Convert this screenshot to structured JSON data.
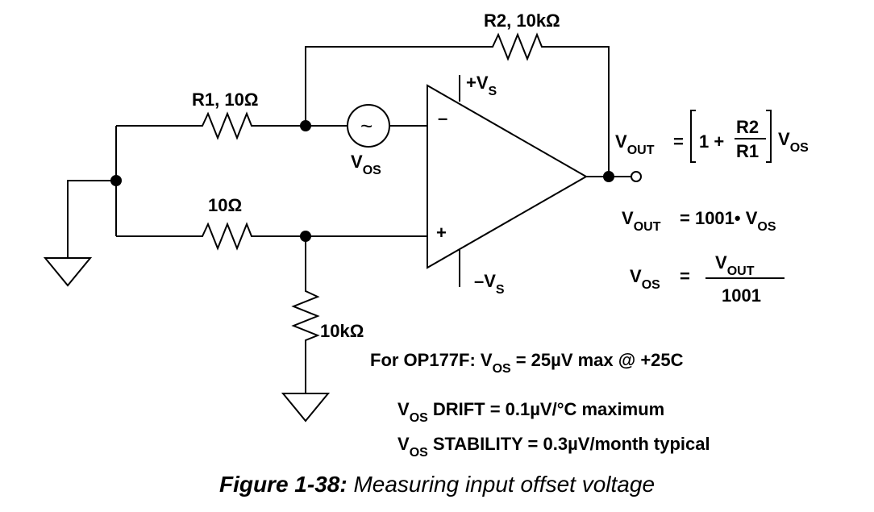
{
  "labels": {
    "r1": "R1, 10Ω",
    "r2": "R2, 10kΩ",
    "r3": "10Ω",
    "r4": "10kΩ",
    "vpos": "+V",
    "vpos_sub": "S",
    "vneg": "–V",
    "vneg_sub": "S",
    "vos_src": "V",
    "vos_src_sub": "OS",
    "inv_sign": "–",
    "noninv_sign": "+",
    "source_symbol": "~"
  },
  "equations": {
    "gain_lhs": "V",
    "gain_lhs_sub": "OUT",
    "gain_eq": "=",
    "gain_one_plus": "1 +",
    "gain_num": "R2",
    "gain_den": "R1",
    "gain_rhs": "V",
    "gain_rhs_sub": "OS",
    "vout_lhs": "V",
    "vout_lhs_sub": "OUT",
    "vout_rhs": "= 1001• V",
    "vout_rhs_sub": "OS",
    "vos_lhs": "V",
    "vos_lhs_sub": "OS",
    "vos_eq": "=",
    "vos_num": "V",
    "vos_num_sub": "OUT",
    "vos_den": "1001"
  },
  "notes": {
    "spec_prefix": "For OP177F: V",
    "spec_sub": "OS",
    "spec_suffix": "= 25µV max @ +25C",
    "drift_prefix": "V",
    "drift_sub": "OS",
    "drift_suffix": "DRIFT = 0.1µV/°C maximum",
    "stab_prefix": "V",
    "stab_sub": "OS",
    "stab_suffix": "STABILITY = 0.3µV/month typical"
  },
  "caption": {
    "number": "Figure 1-38:",
    "text": "Measuring input offset voltage"
  }
}
